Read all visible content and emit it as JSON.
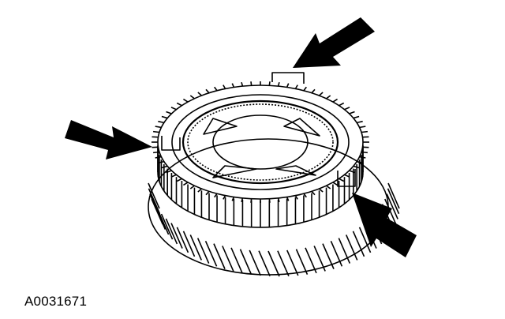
{
  "figure": {
    "reference_code": "A0031671",
    "line_color": "#000000",
    "background": "#ffffff",
    "arrows": [
      "top-right",
      "left",
      "bottom-right"
    ]
  }
}
